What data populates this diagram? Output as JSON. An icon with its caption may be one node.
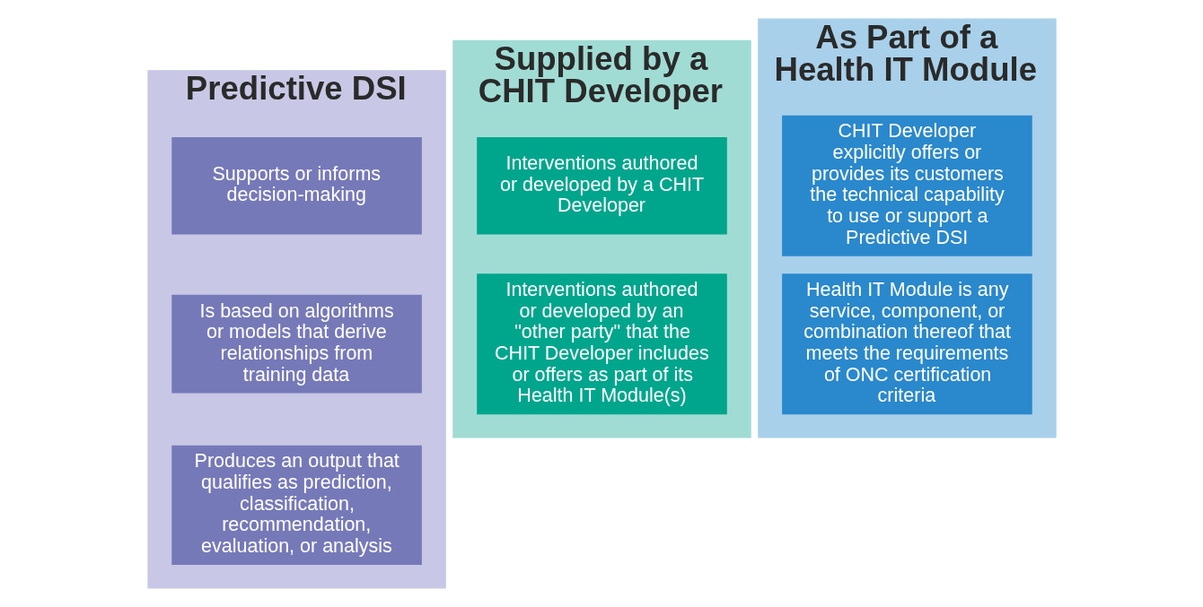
{
  "diagram": {
    "nodes": [
      {
        "text": [
          "Predictive DSI"
        ]
      },
      {
        "text": [
          "Supports or informs decision-making"
        ],
        "in": 0
      },
      {
        "text": [
          "Is based on algorithms or models that derive relationships from training data"
        ],
        "in": 0
      },
      {
        "text": [
          "Produces an output that qualifies as prediction, classification, recommendation, evaluation, or analysis"
        ],
        "in": 0
      },
      {
        "text": [
          "Supplied by a CHIT Developer"
        ]
      },
      {
        "text": [
          "Interventions authored or developed by a CHIT Developer"
        ],
        "in": 4
      },
      {
        "text": [
          "Interventions authored or developed by an \"other party\" that the CHIT Developer includes or offers as part of its Health IT Module(s)"
        ],
        "in": 4
      },
      {
        "text": [
          "As Part of a Health IT Module"
        ]
      },
      {
        "text": [
          "CHIT Developer explicitly offers or provides its customers the technical capability to use or support a Predictive DSI"
        ],
        "in": 7
      },
      {
        "text": [
          "Health IT Module is any service, component, or combination thereof that meets the requirements of ONC certification criteria"
        ],
        "in": 7
      }
    ],
    "edges": []
  }
}
